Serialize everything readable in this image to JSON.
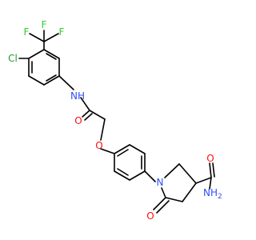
{
  "molecule": {
    "atoms": {
      "F1": "F",
      "F2": "F",
      "F3": "F",
      "Cl": "Cl",
      "NH": "NH",
      "O_amide": "O",
      "O_ether": "O",
      "N_ring": "N",
      "O_lactam": "O",
      "NH2": "NH",
      "NH2_sub": "2",
      "O_carboxamide": "O"
    },
    "colors": {
      "fluorine": "#33cc33",
      "chlorine": "#1fa01f",
      "nitrogen": "#3050f8",
      "oxygen": "#ff0d0d",
      "bond": "#000000"
    }
  }
}
